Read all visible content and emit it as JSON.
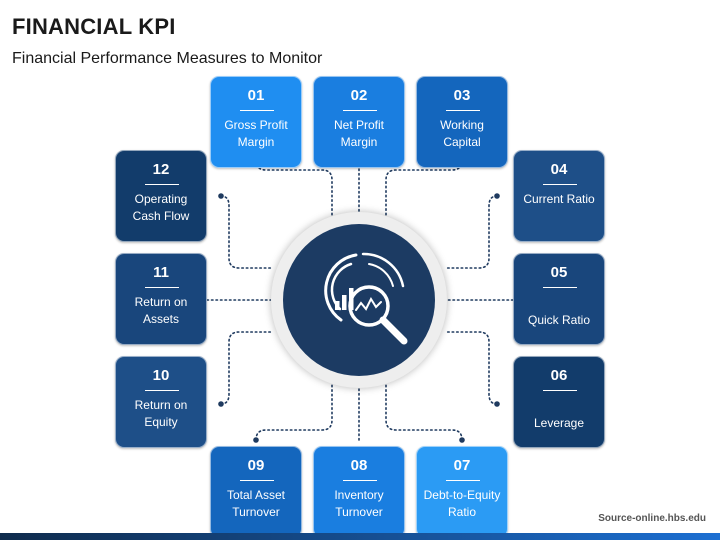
{
  "title": "FINANCIAL KPI",
  "subtitle": "Financial Performance Measures to Monitor",
  "footer": "Source-online.hbs.edu",
  "colors": {
    "bright_blue": "#1f8ef1",
    "medium_blue": "#1466bd",
    "steel_blue": "#1e4f88",
    "navy": "#123c6b",
    "hub_dark": "#1c3b63",
    "connector": "#1f3a5f"
  },
  "center_icon": "chart-magnifier-icon",
  "kpis": [
    {
      "number": "01",
      "label": "Gross Profit Margin"
    },
    {
      "number": "02",
      "label": "Net Profit Margin"
    },
    {
      "number": "03",
      "label": "Working Capital"
    },
    {
      "number": "04",
      "label": "Current Ratio"
    },
    {
      "number": "05",
      "label": "Quick Ratio"
    },
    {
      "number": "06",
      "label": "Leverage"
    },
    {
      "number": "07",
      "label": "Debt-to-Equity Ratio"
    },
    {
      "number": "08",
      "label": "Inventory Turnover"
    },
    {
      "number": "09",
      "label": "Total Asset Turnover"
    },
    {
      "number": "10",
      "label": "Return on Equity"
    },
    {
      "number": "11",
      "label": "Return on Assets"
    },
    {
      "number": "12",
      "label": "Operating Cash Flow"
    }
  ]
}
